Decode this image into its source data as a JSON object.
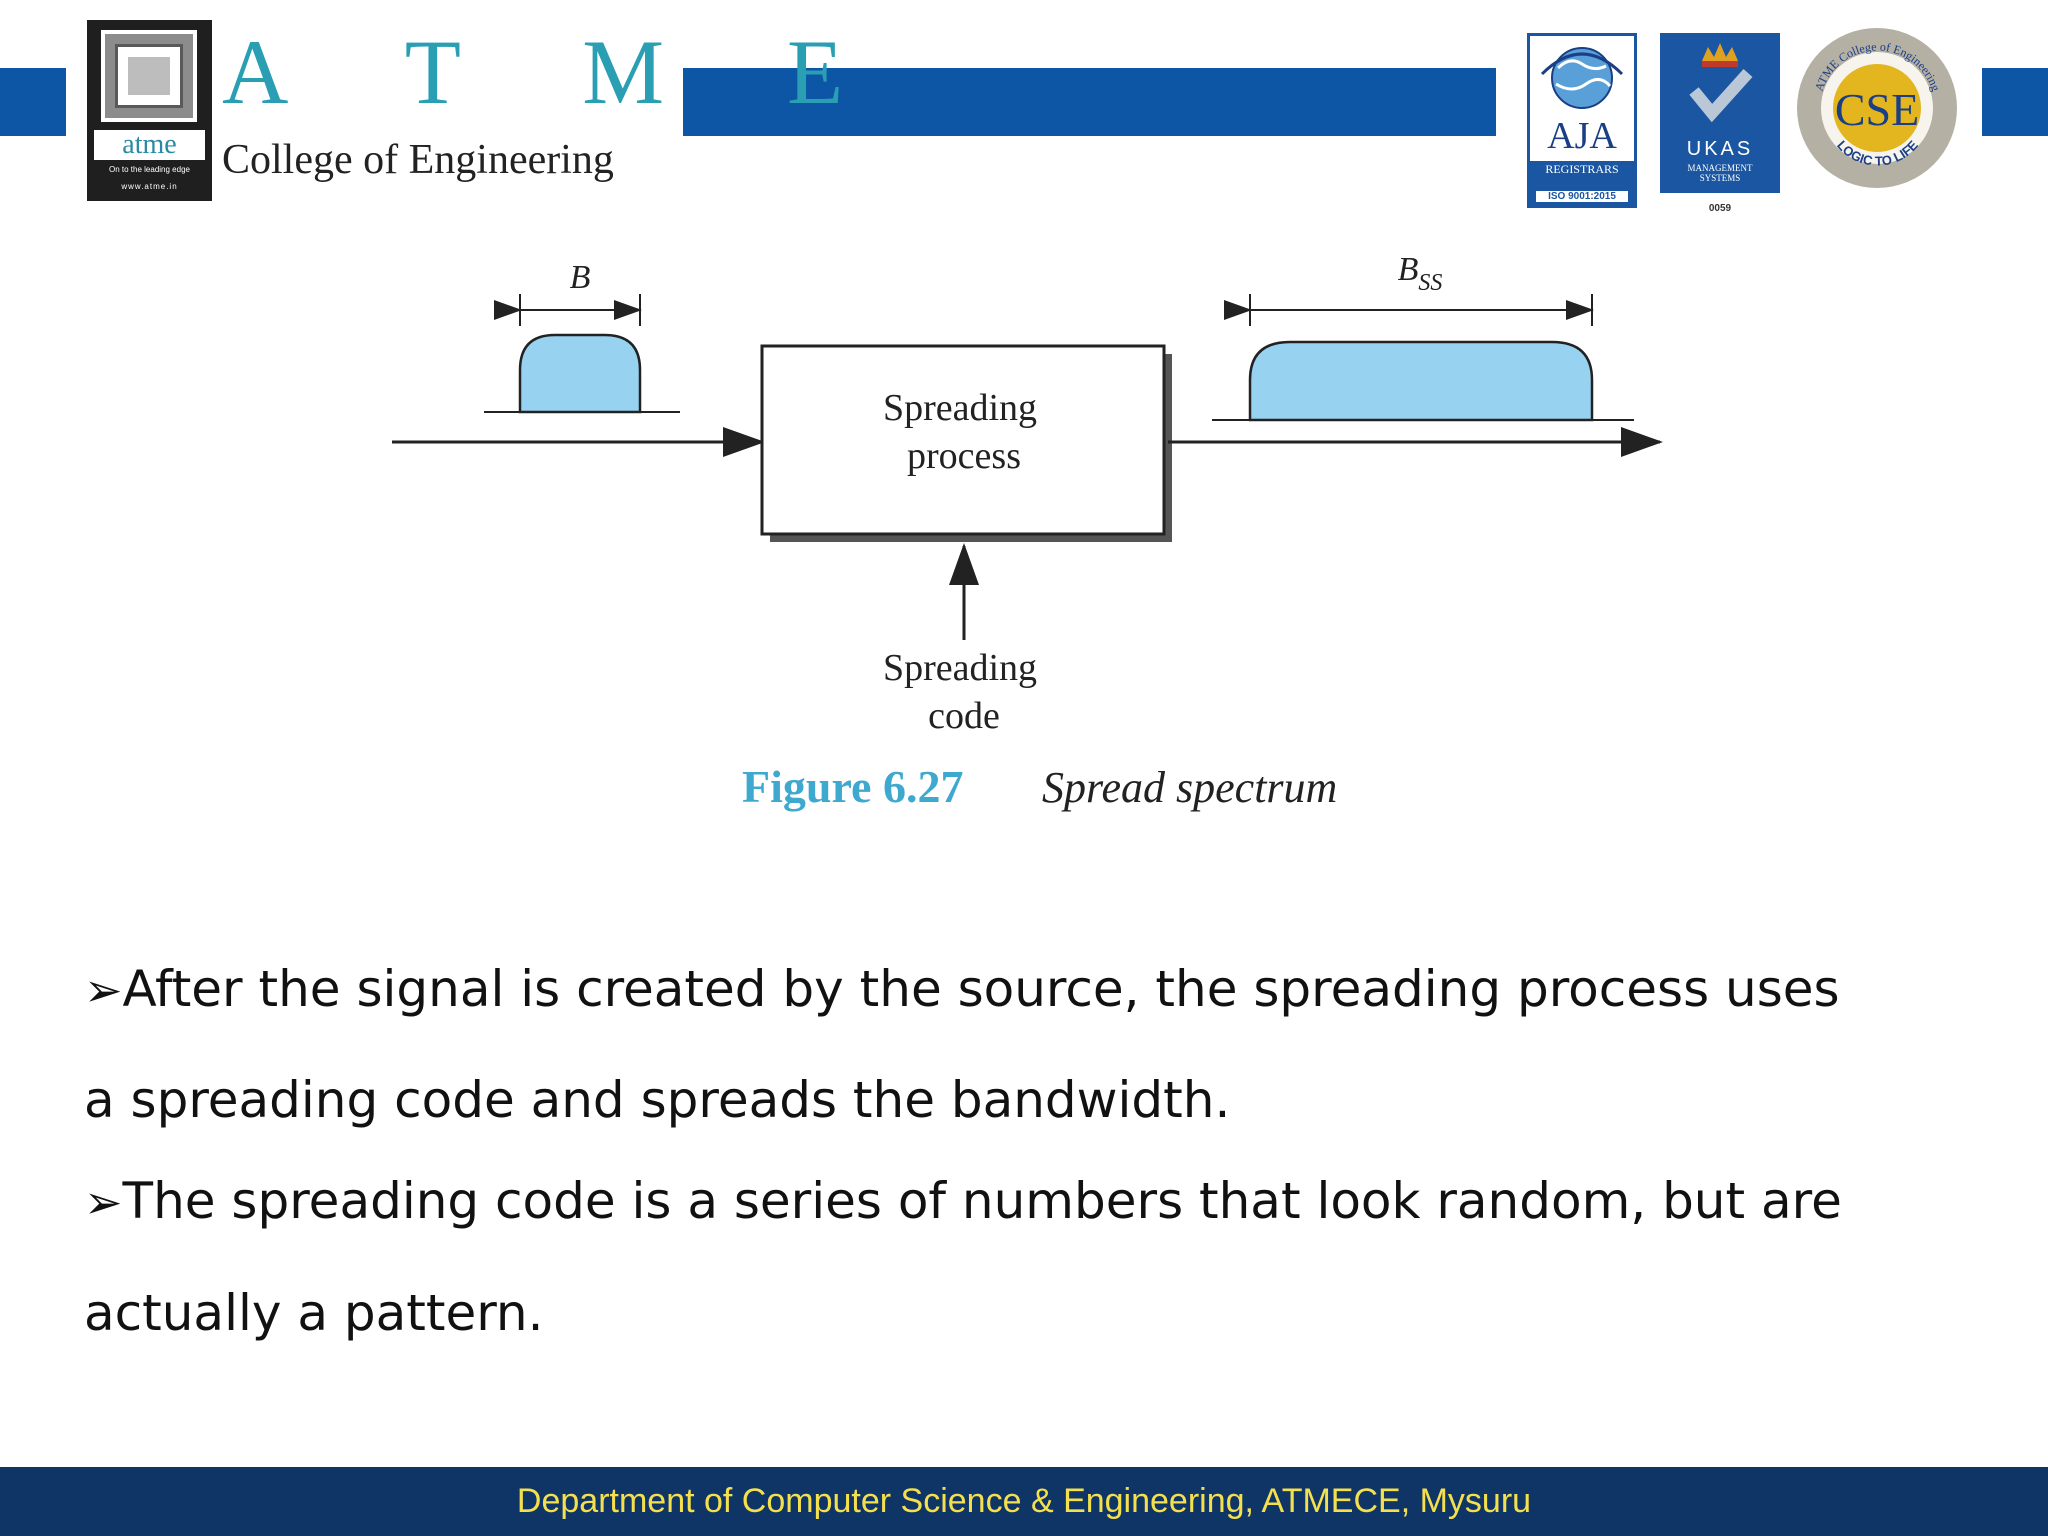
{
  "header": {
    "logo": {
      "word": "atme",
      "tagline": "On to the leading edge",
      "url": "www.atme.in"
    },
    "college_name": "A T M E",
    "college_subtitle": "College of Engineering",
    "badges": {
      "aja": {
        "name": "AJA",
        "registrars": "REGISTRARS",
        "iso": "ISO 9001:2015"
      },
      "ukas": {
        "name": "UKAS",
        "sub1": "MANAGEMENT",
        "sub2": "SYSTEMS",
        "number": "0059"
      },
      "seal": {
        "center": "CSE",
        "top_ring": "ATME College of Engineering",
        "bottom_ring": "LOGIC TO LIFE"
      }
    },
    "band_color": "#0d56a6"
  },
  "figure": {
    "input_bandwidth_label": "B",
    "output_bandwidth_label": "B",
    "output_bandwidth_subscript": "SS",
    "process_line1": "Spreading",
    "process_line2": "process",
    "code_line1": "Spreading",
    "code_line2": "code",
    "caption_number": "Figure 6.27",
    "caption_title": "Spread spectrum",
    "spectrum_fill_color": "#97d3f1",
    "caption_color": "#3ea8cf"
  },
  "bullets": [
    {
      "line1": "After the signal is created by the source, the spreading process uses",
      "line2": "a spreading code and spreads the bandwidth."
    },
    {
      "line1": "The spreading code is a series of numbers that look random, but are",
      "line2": "actually a pattern."
    }
  ],
  "footer": {
    "text": "Department of Computer Science & Engineering, ATMECE, Mysuru",
    "bg_color": "#0f3466",
    "text_color": "#f4e04d"
  }
}
